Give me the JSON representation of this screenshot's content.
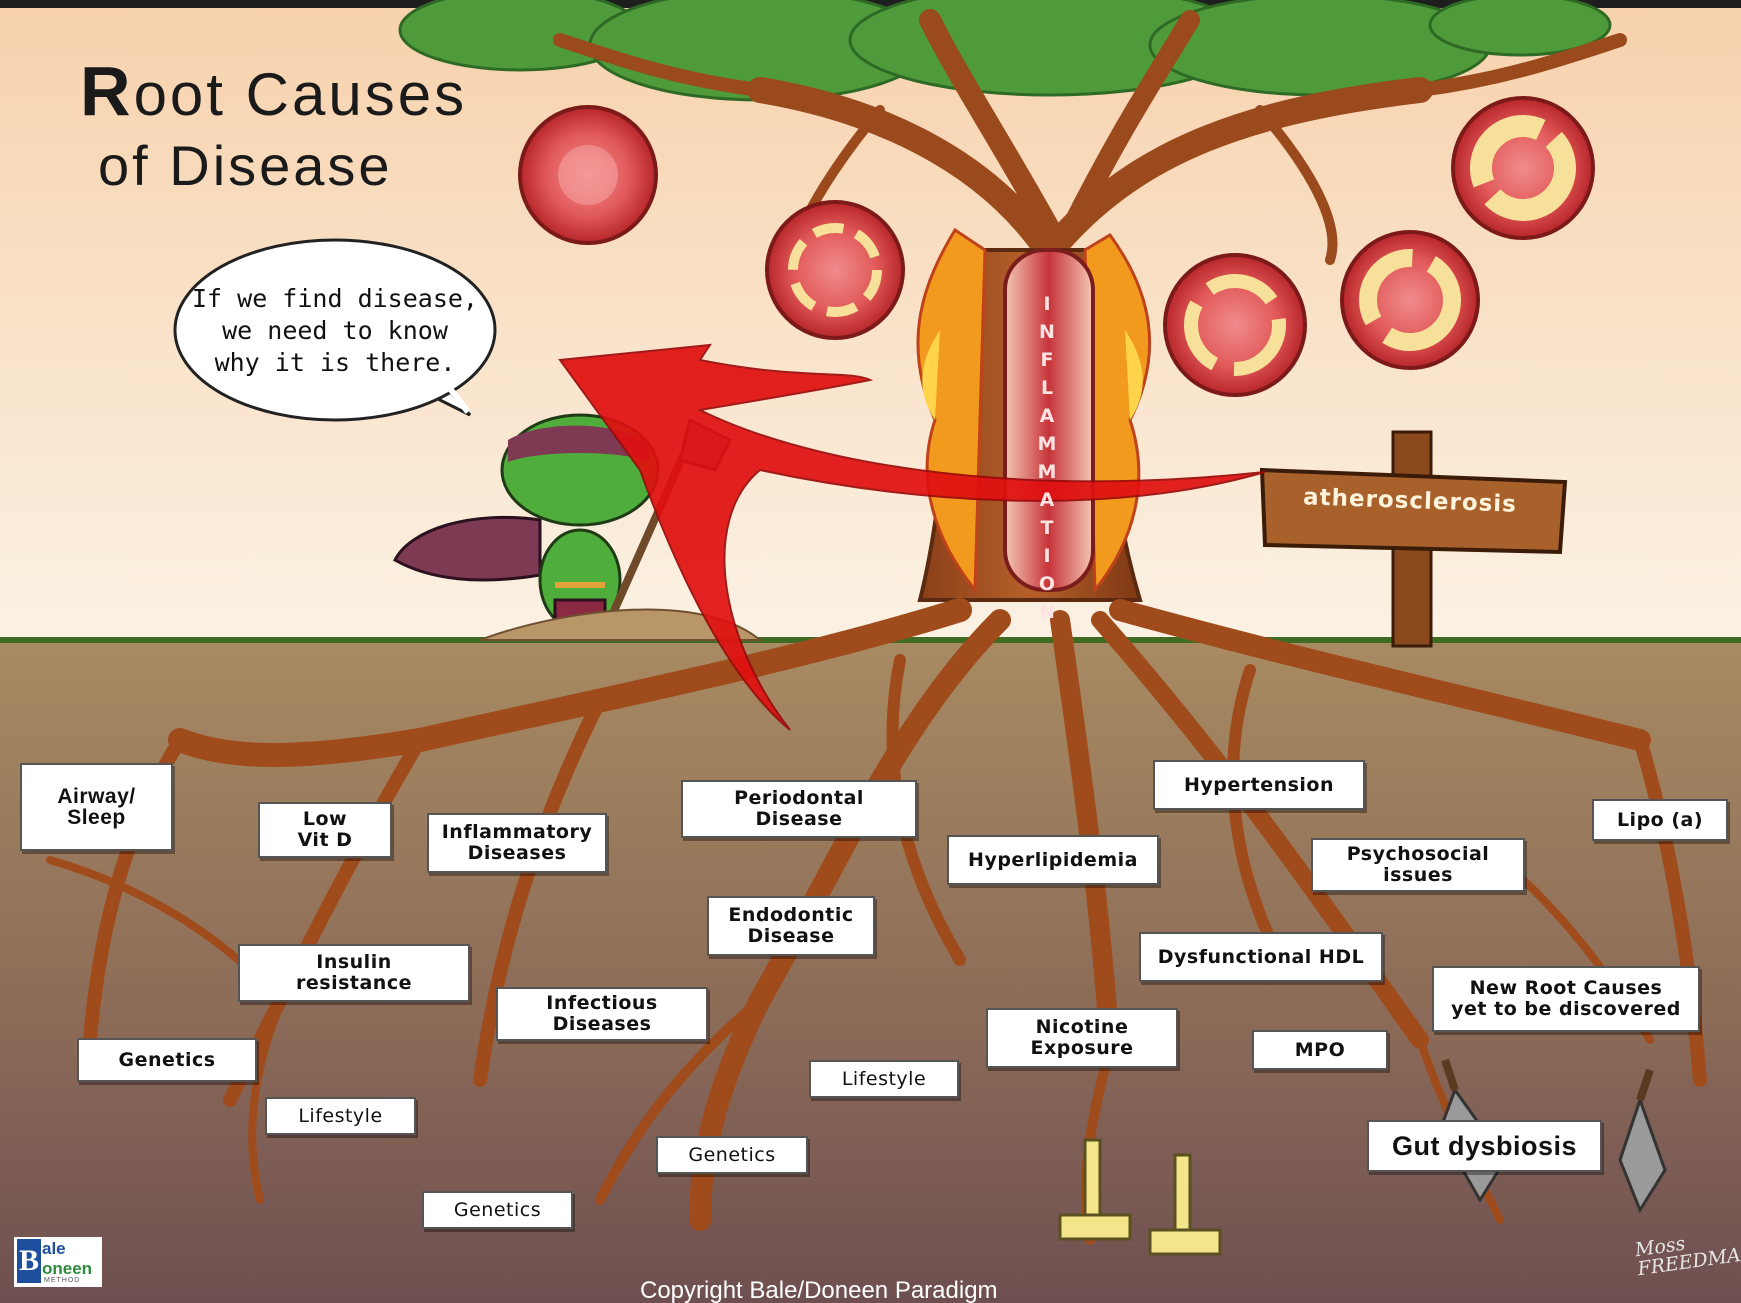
{
  "title": {
    "cap_letter": "R",
    "line1_rest": "oot Causes",
    "line2": "of Disease"
  },
  "speech_bubble": {
    "lines": [
      "If we find disease,",
      "we need to know",
      "why it is there."
    ]
  },
  "trunk_label": [
    "I",
    "N",
    "F",
    "L",
    "A",
    "M",
    "M",
    "A",
    "T",
    "I",
    "O",
    "N"
  ],
  "sign_label": "atherosclerosis",
  "root_labels": {
    "airway_sleep": "Airway/\nSleep",
    "low_vit_d": "Low\nVit D",
    "inflammatory_diseases": "Inflammatory\nDiseases",
    "periodontal_disease": "Periodontal\nDisease",
    "hypertension": "Hypertension",
    "hyperlipidemia": "Hyperlipidemia",
    "psychosocial_issues": "Psychosocial\nissues",
    "lipo_a": "Lipo (a)",
    "endodontic_disease": "Endodontic\nDisease",
    "dysfunctional_hdl": "Dysfunctional HDL",
    "insulin_resistance": "Insulin\nresistance",
    "new_root_causes": "New Root Causes\nyet to be discovered",
    "infectious_diseases": "Infectious\nDiseases",
    "nicotine_exposure": "Nicotine\nExposure",
    "genetics_left": "Genetics",
    "mpo": "MPO",
    "lifestyle_center": "Lifestyle",
    "lifestyle_left": "Lifestyle",
    "gut_dysbiosis": "Gut dysbiosis",
    "genetics_center": "Genetics",
    "genetics_bottom": "Genetics"
  },
  "copyright": "Copyright Bale/Doneen Paradigm",
  "logo": {
    "letter": "B",
    "line1": "ale",
    "line2": "oneen",
    "line3": "METHOD"
  },
  "signature": [
    "Moss",
    "FREEDMAN"
  ],
  "colors": {
    "sky_top": "#f7d2ad",
    "sky_bottom": "#fbf2e4",
    "soil_top": "#a88a62",
    "soil_bottom": "#6e4f50",
    "root": "#a04b1b",
    "leaves": "#4f9a3a",
    "arrow": "#e01010",
    "blood_cell": "#d63c3c",
    "sign_wood": "#a8612b"
  }
}
